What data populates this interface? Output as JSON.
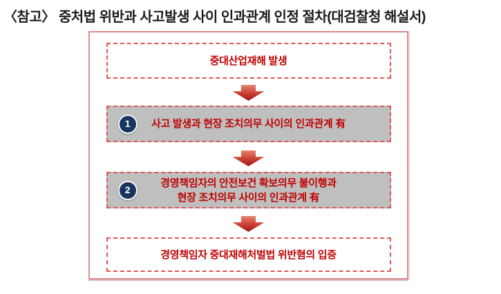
{
  "title": "〈참고〉 중처법 위반과 사고발생 사이 인과관계 인정 절차(대검찰청 해설서)",
  "flow": {
    "step1": {
      "text": "중대산업재해 발생"
    },
    "step2": {
      "badge": "1",
      "text": "사고 발생과 현장 조치의무 사이의 인과관계 有"
    },
    "step3": {
      "badge": "2",
      "line1": "경영책임자의 안전보건 확보의무 불이행과",
      "line2": "현장 조치의무 사이의 인과관계 有"
    },
    "step4": {
      "text": "경영책임자 중대재해처벌법 위반혐의 입증"
    }
  },
  "colors": {
    "accent-red": "#C00000",
    "dashed-border-red": "#E05555",
    "frame-pink": "#D98C8C",
    "gray-box-bg": "#BFBFBF",
    "badge-navy": "#17365D",
    "arrow-red-light": "#E6856F",
    "arrow-red-dark": "#A31414",
    "title-color": "#1A1A1A"
  }
}
